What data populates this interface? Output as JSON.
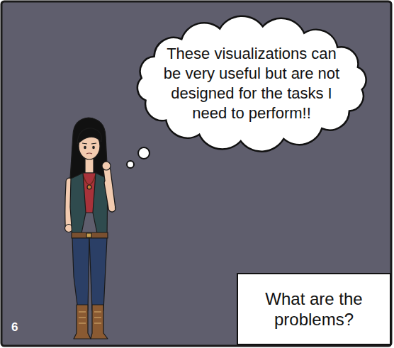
{
  "diagram": {
    "nodes": [
      {
        "text": [
          "These visualizations can be very useful but are not designed for the tasks I need to perform!!"
        ]
      },
      {
        "text": [
          "What are the problems?"
        ]
      }
    ],
    "labels": [
      "6"
    ]
  }
}
